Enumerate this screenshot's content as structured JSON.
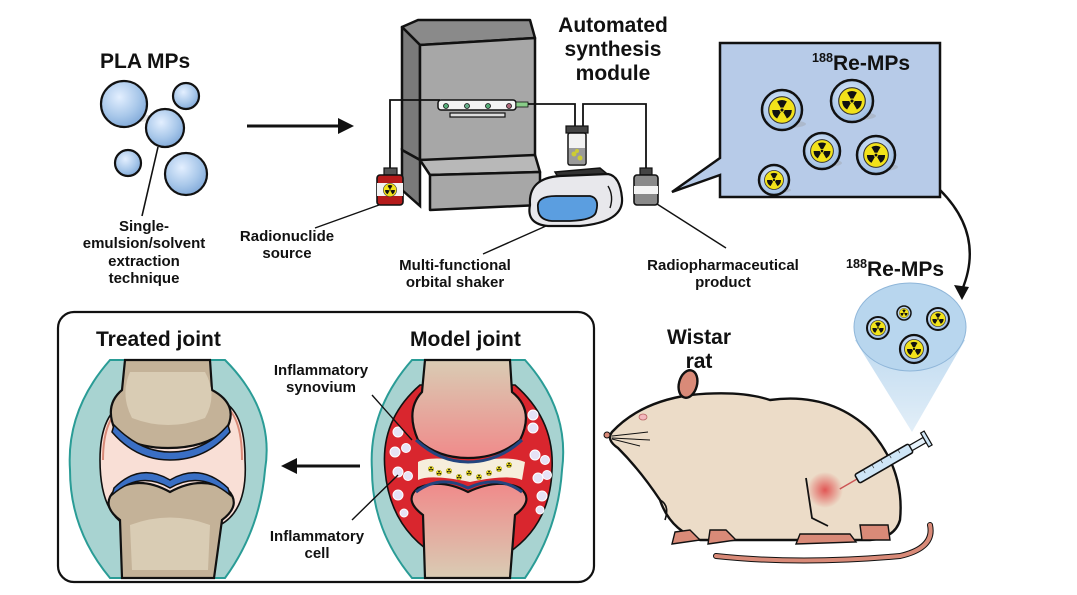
{
  "diagram": {
    "pla_section": {
      "title": "PLA MPs",
      "method_label_lines": [
        "Single-",
        "emulsion/solvent",
        "extraction",
        "technique"
      ]
    },
    "synthesis_section": {
      "title_lines": [
        "Automated",
        "synthesis",
        "module"
      ],
      "radionuclide_label_lines": [
        "Radionuclide",
        "source"
      ],
      "shaker_label_lines": [
        "Multi-functional",
        "orbital shaker"
      ],
      "product_label_lines": [
        "Radiopharmaceutical",
        "product"
      ]
    },
    "product_callout": {
      "isotope": "188",
      "label": "Re-MPs",
      "particle_count": 5
    },
    "injection_callout": {
      "isotope": "188",
      "label": "Re-MPs",
      "particle_count": 4
    },
    "animal": {
      "label_lines": [
        "Wistar",
        "rat"
      ]
    },
    "joints_panel": {
      "treated_title": "Treated joint",
      "model_title": "Model joint",
      "synovium_label_lines": [
        "Inflammatory",
        "synovium"
      ],
      "cell_label_lines": [
        "Inflammatory",
        "cell"
      ]
    },
    "colors": {
      "particle_blue": "#a9c8ea",
      "callout_bg": "#b7cbe8",
      "radiation_yellow": "#f2e21a",
      "machine_gray": "#a7a7a7",
      "vial_red": "#b51b1b",
      "synovium_red": "#d9262e",
      "capsule_teal": "#a8d3d1",
      "capsule_edge": "#2a9c96",
      "bone": "#d9ccb4",
      "bone_dark": "#c4b298",
      "cartilage_blue": "#3a6fc4",
      "rat_body": "#ecdcc8",
      "rat_pink": "#d98a78"
    }
  }
}
